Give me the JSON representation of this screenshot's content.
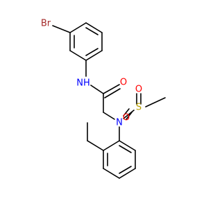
{
  "molecule": {
    "atoms": {
      "br": {
        "label": "Br",
        "color": "#a52a2a"
      },
      "nh": {
        "label": "NH",
        "color": "#0000ff"
      },
      "o_carbonyl": {
        "label": "O",
        "color": "#ff0000"
      },
      "n_sulfonamide": {
        "label": "N",
        "color": "#0000ff"
      },
      "s": {
        "label": "S",
        "color": "#b8a000"
      },
      "o_sulfonyl_top": {
        "label": "O",
        "color": "#ff0000"
      },
      "o_sulfonyl_bottom": {
        "label": "O",
        "color": "#ff0000"
      }
    }
  }
}
